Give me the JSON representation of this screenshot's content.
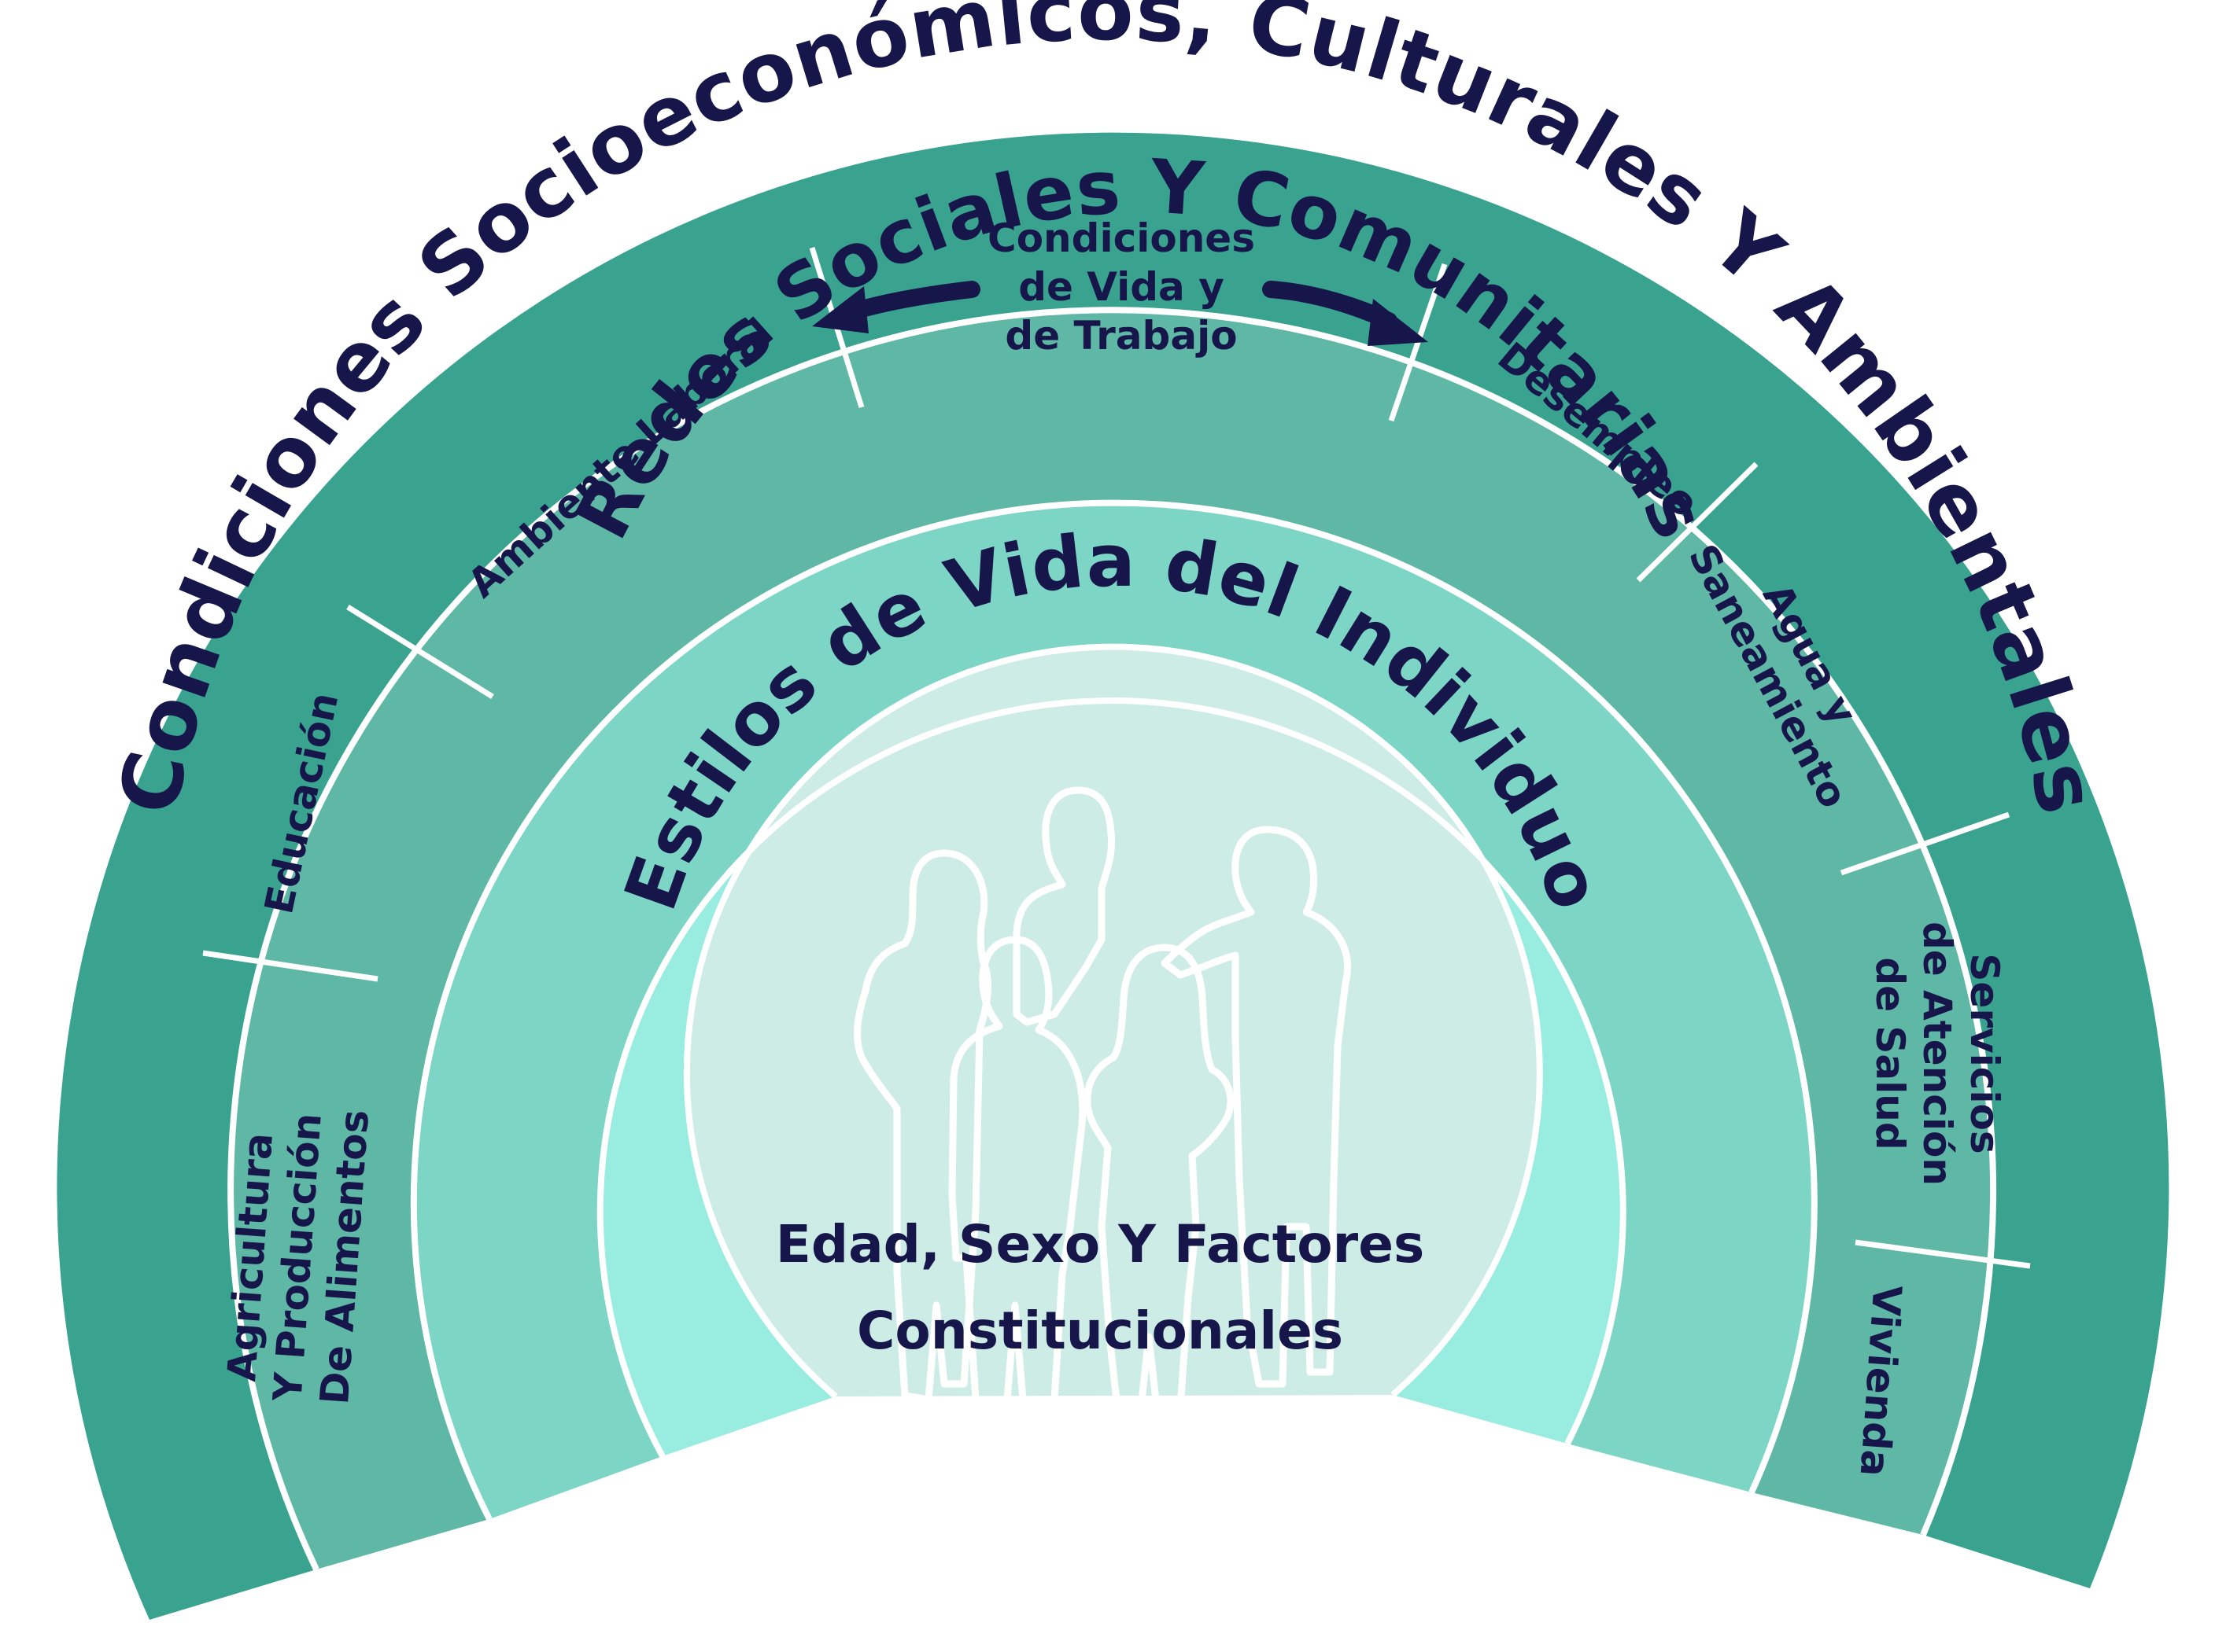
{
  "title": "",
  "colors": {
    "outer_band": "#3aa38f",
    "section_band": "#5fb7a5",
    "social_band": "#7dd5c5",
    "lifestyle_band": "#99ece0",
    "core": "#cdece6",
    "text": "#16164a",
    "arrow": "#16164a",
    "divider": "#ffffff"
  },
  "layers": {
    "outer": "Condiciones Socioeconómicos, Culturales Y Ambientales",
    "social": "Redes Sociales Y Comunitarias",
    "lifestyle": "Estilos de Vida del Individuo",
    "core_line1": "Edad, Sexo Y Factores",
    "core_line2": "Constitucionales"
  },
  "center_label": {
    "line1": "Condiciones",
    "line2": "de Vida y",
    "line3": "de Trabajo"
  },
  "left_sections": {
    "agriculture_line1": "Agricultura",
    "agriculture_line2": "Y Producción",
    "agriculture_line3": "De Alimentos",
    "education": "Educación",
    "work_environment": "Ambiente Laboral"
  },
  "right_sections": {
    "unemployment": "Desempleo",
    "water_line1": "Agua y",
    "water_line2": "Saneamiento",
    "health_line1": "Servicios",
    "health_line2": "de Atención",
    "health_line3": "de Salud",
    "housing": "Vivienda"
  },
  "icons": {
    "arrows": "double-headed-curved-arrow-icon",
    "people": "people-group-silhouette-icon"
  }
}
